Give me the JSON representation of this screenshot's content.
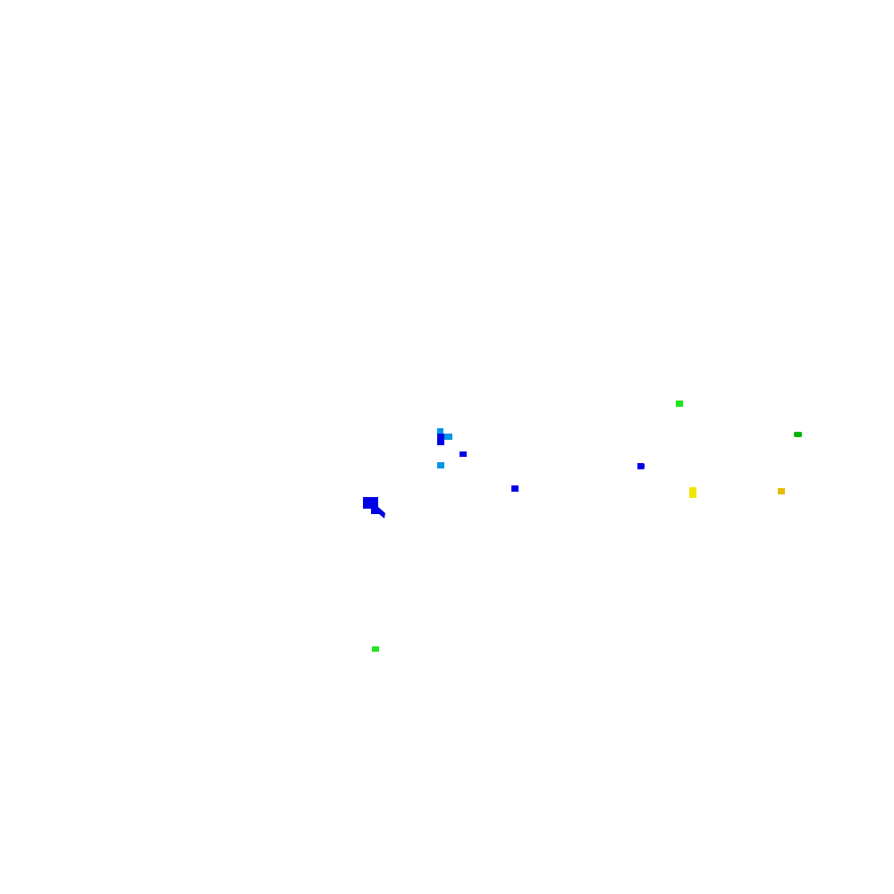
{
  "scene": {
    "background_color": "#ffffff"
  },
  "palette": {
    "blue": "#0000e6",
    "light_blue": "#0096e6",
    "green": "#1ee61e",
    "dark_green": "#00b400",
    "yellow": "#f0e600",
    "gold": "#e6be00"
  },
  "sprites": [
    {
      "name": "player-ship-icon",
      "color": "#0000e6"
    },
    {
      "name": "enemy-green-1",
      "color": "#1ee61e"
    },
    {
      "name": "enemy-green-2",
      "color": "#00b400"
    },
    {
      "name": "enemy-lightblue-1",
      "color": "#0096e6"
    },
    {
      "name": "enemy-lightblue-2",
      "color": "#0096e6"
    },
    {
      "name": "enemy-lightblue-3",
      "color": "#0096e6"
    },
    {
      "name": "enemy-blue-1",
      "color": "#0000e6"
    },
    {
      "name": "enemy-blue-2",
      "color": "#0000e6"
    },
    {
      "name": "enemy-blue-3",
      "color": "#0000e6"
    },
    {
      "name": "enemy-blue-4",
      "color": "#0000e6"
    },
    {
      "name": "pickup-yellow",
      "color": "#f0e600"
    },
    {
      "name": "pickup-gold",
      "color": "#e6be00"
    },
    {
      "name": "enemy-green-3",
      "color": "#1ee61e"
    }
  ]
}
